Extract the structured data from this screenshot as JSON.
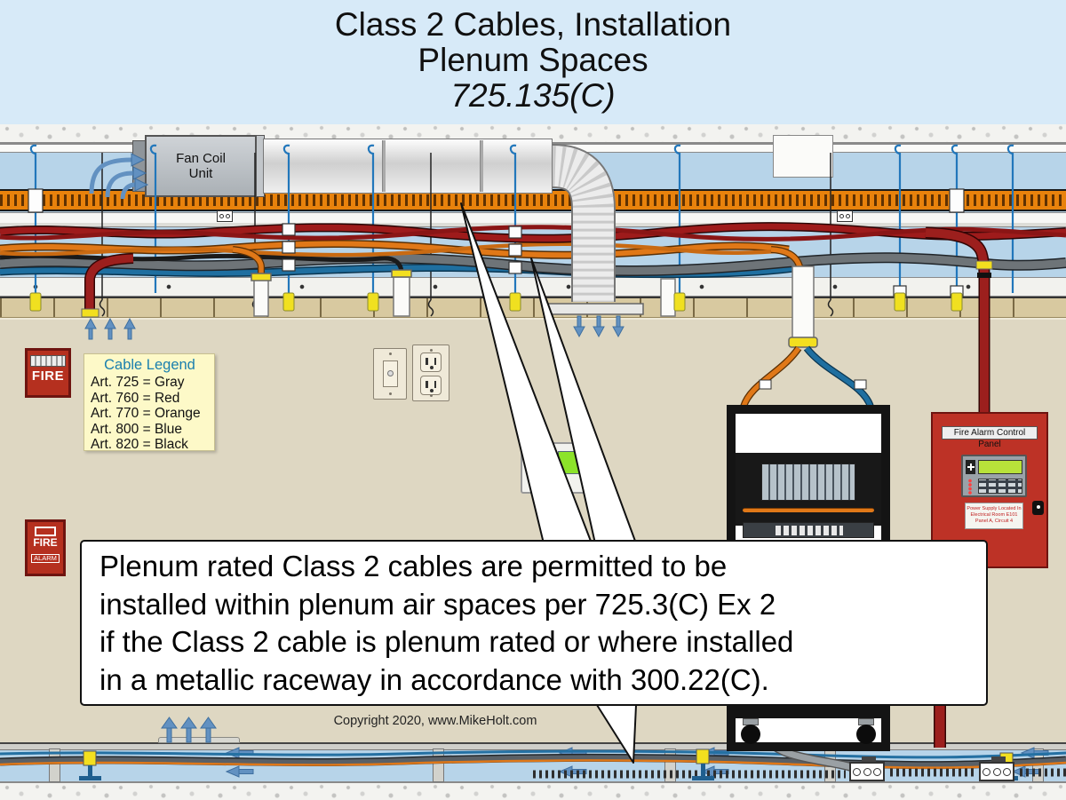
{
  "title": {
    "line1": "Class 2 Cables, Installation",
    "line2": "Plenum Spaces",
    "line3": "725.135(C)"
  },
  "plenum": {
    "fan_coil_unit_line1": "Fan Coil",
    "fan_coil_unit_line2": "Unit"
  },
  "cable_legend": {
    "title": "Cable Legend",
    "entries": [
      "Art. 725 = Gray",
      "Art. 760 = Red",
      "Art. 770 = Orange",
      "Art. 800 = Blue",
      "Art. 820 = Black"
    ]
  },
  "devices": {
    "horn_strobe_label": "FIRE",
    "pull_station_line1": "FIRE",
    "pull_station_line2": "ALARM",
    "fire_alarm_panel": {
      "title": "Fire Alarm Control Panel",
      "label_line1": "Power Supply Located In",
      "label_line2": "Electrical Room E101",
      "label_line3": "Panel A, Circuit 4"
    }
  },
  "callout": {
    "line1": "Plenum rated Class 2 cables are permitted to be",
    "line2": "installed within plenum air spaces per 725.3(C) Ex 2",
    "line3": "if the Class 2 cable is plenum rated or where installed",
    "line4": "in a metallic raceway in accordance with 300.22(C)."
  },
  "footer": {
    "copyright": "Copyright 2020, www.MikeHolt.com"
  },
  "colors": {
    "header_blue": "#d7eaf8",
    "plenum_blue": "#b7d4e9",
    "wall_tan": "#ded7c2",
    "tray_orange": "#e8820c",
    "cable_gray": "#6e7478",
    "cable_red": "#9e1b1b",
    "cable_orange": "#e07818",
    "cable_blue": "#1f6fa0",
    "cable_black": "#1a1a1a",
    "hanger_blue": "#2277bb",
    "arrow_blue": "#6291c1",
    "panel_red": "#bd3226",
    "legend_yellow": "#fdf9c8"
  }
}
